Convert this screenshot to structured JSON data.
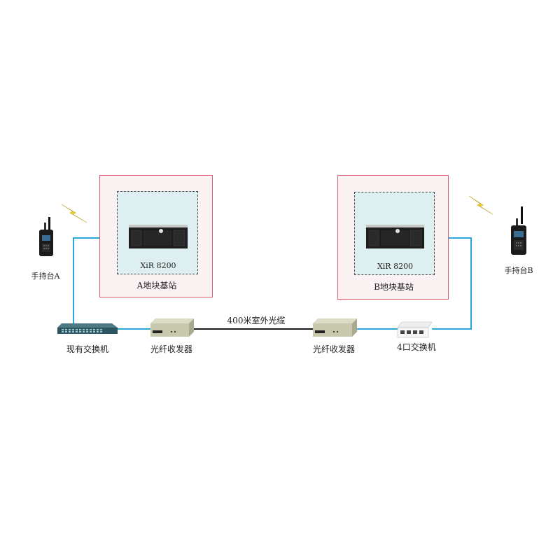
{
  "stations": [
    {
      "id": "A",
      "name": "A地块基站",
      "model": "XiR 8200"
    },
    {
      "id": "B",
      "name": "B地块基站",
      "model": "XiR 8200"
    }
  ],
  "devices": {
    "radio_a": "手持台A",
    "radio_b": "手持台B",
    "existing_switch": "现有交换机",
    "converter_left": "光纤收发器",
    "converter_right": "光纤收发器",
    "switch_4port": "4口交换机"
  },
  "links": {
    "fiber_label": "400米室外光缆"
  },
  "colors": {
    "ethernet_line": "#2aa6d8",
    "fiber_line": "#1a1a1a",
    "station_border": "#d9606f",
    "station_fill": "#fbf2f3",
    "inner_fill": "#ddeff0",
    "lightning": "#f2d22b"
  },
  "icons": [
    "handheld-radio-icon",
    "lightning-signal-icon",
    "repeater-icon",
    "network-switch-icon",
    "media-converter-icon"
  ]
}
